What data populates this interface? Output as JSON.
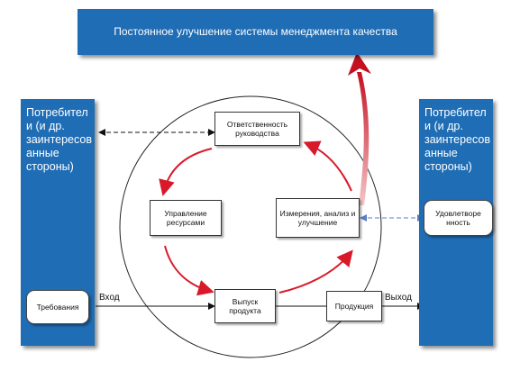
{
  "title": "Постоянное  улучшение системы менеджмента качества",
  "left_panel": {
    "text": "Потребител и (и др. заинтересов анные стороны)",
    "requirements": "Требования"
  },
  "right_panel": {
    "text": "Потребител и (и др. заинтересов анные стороны)",
    "satisfaction": "Удовлетворе нность"
  },
  "process": {
    "responsibility": "Ответственность руководства",
    "resources": "Управление ресурсами",
    "measurement": "Измерения, анализ и улучшение",
    "realization": "Выпуск продукта"
  },
  "product": "Продукция",
  "input_label": "Вход",
  "output_label": "Выход",
  "colors": {
    "panel_blue": "#1f6db5",
    "arrow_red": "#d8192a",
    "dashed_blue": "#5a7fc0"
  }
}
